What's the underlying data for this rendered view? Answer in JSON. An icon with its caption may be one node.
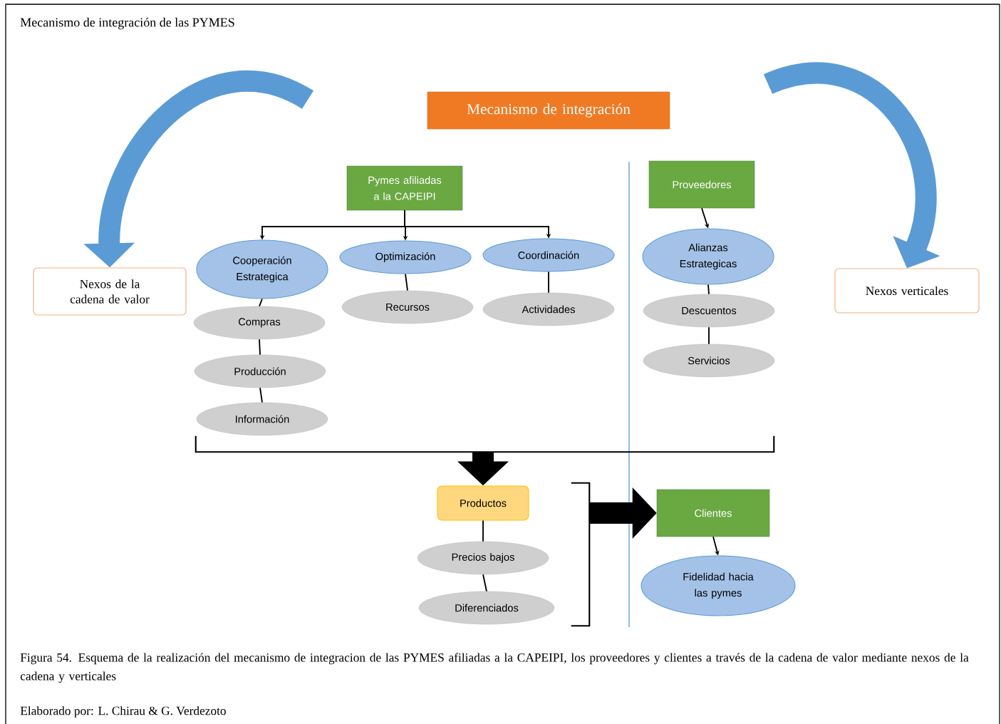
{
  "diagram": {
    "title": "Mecanismo de integración de las PYMES",
    "caption": "Figura 54. Esquema de la realización del mecanismo de integracion de las PYMES afiliadas a la CAPEIPI, los proveedores y clientes a través de la cadena de valor mediante nexos de la cadena y verticales",
    "nodes": [
      {
        "text": [
          "Mecanismo de integración"
        ]
      },
      {
        "text": [
          "Nexos de la cadena de valor"
        ]
      },
      {
        "text": [
          "Nexos verticales"
        ]
      },
      {
        "text": [
          "Pymes afiliadas a la CAPEIPI"
        ]
      },
      {
        "text": [
          "Cooperación Estrategica"
        ]
      },
      {
        "text": [
          "Optimización"
        ]
      },
      {
        "text": [
          "Coordinación"
        ]
      },
      {
        "text": [
          "Compras"
        ]
      },
      {
        "text": [
          "Producción"
        ]
      },
      {
        "text": [
          "Información"
        ]
      },
      {
        "text": [
          "Recursos"
        ]
      },
      {
        "text": [
          "Actividades"
        ]
      },
      {
        "text": [
          "Proveedores"
        ]
      },
      {
        "text": [
          "Alianzas Estrategicas"
        ]
      },
      {
        "text": [
          "Descuentos"
        ]
      },
      {
        "text": [
          "Servicios"
        ]
      },
      {
        "text": [
          "Productos"
        ]
      },
      {
        "text": [
          "Precios bajos"
        ]
      },
      {
        "text": [
          "Diferenciados"
        ]
      },
      {
        "text": [
          "Clientes"
        ]
      },
      {
        "text": [
          "Fidelidad hacia las pymes"
        ]
      },
      {
        "text": [],
        "shape": "bracket"
      },
      {
        "text": [],
        "shape": "bracket"
      }
    ],
    "edges": [
      {
        "from": 3,
        "to": 4,
        "arrow": "to"
      },
      {
        "from": 3,
        "to": 5,
        "arrow": "to"
      },
      {
        "from": 3,
        "to": 6,
        "arrow": "to"
      },
      {
        "from": 4,
        "to": 7,
        "arrow": "none"
      },
      {
        "from": 7,
        "to": 8,
        "arrow": "none"
      },
      {
        "from": 8,
        "to": 9,
        "arrow": "none"
      },
      {
        "from": 5,
        "to": 10,
        "arrow": "none"
      },
      {
        "from": 6,
        "to": 11,
        "arrow": "none"
      },
      {
        "from": 12,
        "to": 13,
        "arrow": "to"
      },
      {
        "from": 13,
        "to": 14,
        "arrow": "none"
      },
      {
        "from": 14,
        "to": 15,
        "arrow": "none"
      },
      {
        "from": 16,
        "to": 17,
        "arrow": "none"
      },
      {
        "from": 17,
        "to": 18,
        "arrow": "none"
      },
      {
        "from": 19,
        "to": 20,
        "arrow": "to"
      },
      {
        "from": 21,
        "to": 16,
        "arrow": "to",
        "style": "thick"
      },
      {
        "from": 22,
        "to": 19,
        "arrow": "to",
        "style": "thick"
      },
      {
        "from": null,
        "to": 1,
        "arrow": "to",
        "style": "thick",
        "color": "#5b9bd5"
      },
      {
        "from": null,
        "to": 2,
        "arrow": "to",
        "style": "thick",
        "color": "#5b9bd5"
      }
    ],
    "labels": [
      "Elaborado por: L. Chirau & G. Verdezoto"
    ]
  }
}
